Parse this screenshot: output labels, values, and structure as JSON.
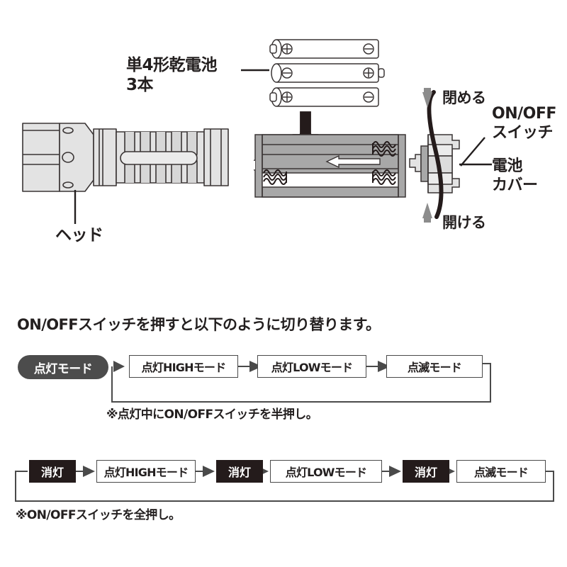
{
  "illustration": {
    "battery_label": "単4形乾電池\n3本",
    "head_label": "ヘッド",
    "close_label": "閉める",
    "open_label": "開ける",
    "switch_label": "ON/OFF\nスイッチ",
    "cover_label": "電池\nカバー",
    "battery_count": 3,
    "batteries": [
      {
        "left_terminal": "plus",
        "right_terminal": "minus"
      },
      {
        "left_terminal": "minus",
        "right_terminal": "plus"
      },
      {
        "left_terminal": "plus",
        "right_terminal": "minus"
      }
    ],
    "insert_arrow": "down-arrow-icon",
    "direction_arrow": "left-arrow-icon",
    "rotate_close_arrow": "rotate-down-arrow-icon",
    "rotate_open_arrow": "rotate-up-arrow-icon",
    "colors": {
      "body_fill": "#e3e3e3",
      "body_shade": "#a8a8a8",
      "outline": "#3a3535",
      "dark": "#241b1b"
    }
  },
  "instructions": {
    "heading": "ON/OFFスイッチを押すと以下のように切り替ります。"
  },
  "flow_half_press": {
    "start_label": "点灯モード",
    "note": "※点灯中にON/OFFスイッチを半押し。",
    "nodes": [
      {
        "label": "点灯HIGHモード",
        "style": "light"
      },
      {
        "label": "点灯LOWモード",
        "style": "light"
      },
      {
        "label": "点滅モード",
        "style": "light"
      }
    ]
  },
  "flow_full_press": {
    "note": "※ON/OFFスイッチを全押し。",
    "nodes": [
      {
        "label": "消灯",
        "style": "dark"
      },
      {
        "label": "点灯HIGHモード",
        "style": "light"
      },
      {
        "label": "消灯",
        "style": "dark"
      },
      {
        "label": "点灯LOWモード",
        "style": "light"
      },
      {
        "label": "消灯",
        "style": "dark"
      },
      {
        "label": "点滅モード",
        "style": "light"
      }
    ]
  },
  "colors": {
    "pill_bg": "#4c4c4c",
    "dark_box_bg": "#241b1b",
    "line": "#4a4a4a",
    "text": "#231f1f"
  }
}
